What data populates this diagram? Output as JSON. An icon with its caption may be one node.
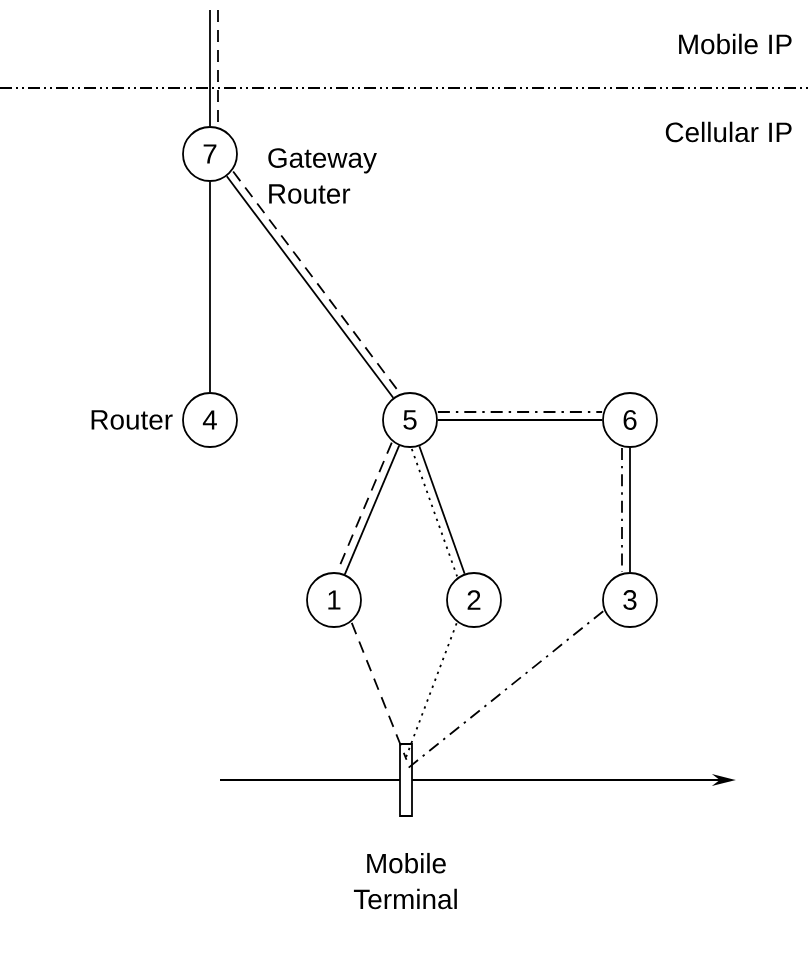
{
  "diagram": {
    "nodes": [
      {
        "text": [
          "7"
        ],
        "beside": [
          "Gateway Router"
        ]
      },
      {
        "text": [
          "4"
        ],
        "beside": [
          "Router"
        ]
      },
      {
        "text": [
          "5"
        ]
      },
      {
        "text": [
          "6"
        ]
      },
      {
        "text": [
          "1"
        ]
      },
      {
        "text": [
          "2"
        ]
      },
      {
        "text": [
          "3"
        ]
      },
      {
        "text": [],
        "shape": "box",
        "beside": [
          "Mobile Terminal"
        ]
      }
    ],
    "edges": [
      {
        "from": null,
        "to": 0,
        "arrow": "none"
      },
      {
        "from": null,
        "to": 0,
        "arrow": "none",
        "style": "dashed"
      },
      {
        "from": 0,
        "to": 1,
        "arrow": "none"
      },
      {
        "from": 0,
        "to": 2,
        "arrow": "none"
      },
      {
        "from": 0,
        "to": 2,
        "arrow": "none",
        "style": "dashed"
      },
      {
        "from": 2,
        "to": 3,
        "arrow": "none"
      },
      {
        "from": 2,
        "to": 3,
        "arrow": "none",
        "style": "dashed"
      },
      {
        "from": 2,
        "to": 4,
        "arrow": "none"
      },
      {
        "from": 2,
        "to": 4,
        "arrow": "none",
        "style": "dashed"
      },
      {
        "from": 2,
        "to": 5,
        "arrow": "none"
      },
      {
        "from": 2,
        "to": 5,
        "arrow": "none",
        "style": "dashed"
      },
      {
        "from": 3,
        "to": 6,
        "arrow": "none"
      },
      {
        "from": 3,
        "to": 6,
        "arrow": "none",
        "style": "dashed"
      },
      {
        "from": 4,
        "to": 7,
        "arrow": "none",
        "style": "dashed"
      },
      {
        "from": 5,
        "to": 7,
        "arrow": "none",
        "style": "dashed"
      },
      {
        "from": 6,
        "to": 7,
        "arrow": "none",
        "style": "dashed"
      }
    ],
    "labels": [
      "Mobile IP",
      "Cellular IP"
    ]
  }
}
